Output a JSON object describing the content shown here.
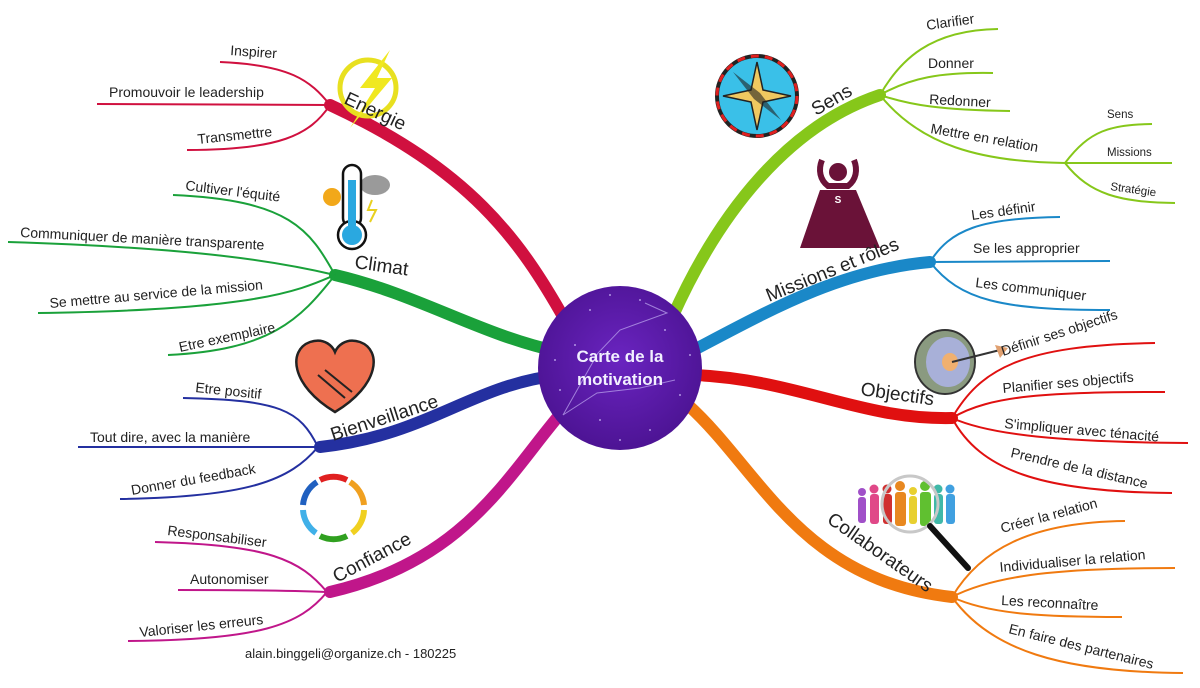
{
  "center": {
    "title_line1": "Carte de la",
    "title_line2": "motivation",
    "color": "#5a1aa8"
  },
  "branches": [
    {
      "id": "energie",
      "label": "Energie",
      "color": "#d0103f",
      "side": "left",
      "icon": "lightning-bolt-icon",
      "children": [
        "Inspirer",
        "Promouvoir le leadership",
        "Transmettre"
      ]
    },
    {
      "id": "climat",
      "label": "Climat",
      "color": "#1aa13a",
      "side": "left",
      "icon": "thermometer-weather-icon",
      "children": [
        "Cultiver l'équité",
        "Communiquer de manière transparente",
        "Se mettre au service de la mission",
        "Etre exemplaire"
      ]
    },
    {
      "id": "bienveillance",
      "label": "Bienveillance",
      "color": "#2430a0",
      "side": "left",
      "icon": "heart-handshake-icon",
      "children": [
        "Etre positif",
        "Tout dire, avec la manière",
        "Donner du feedback"
      ]
    },
    {
      "id": "confiance",
      "label": "Confiance",
      "color": "#c0168a",
      "side": "left",
      "icon": "people-circle-icon",
      "children": [
        "Responsabiliser",
        "Autonomiser",
        "Valoriser les erreurs"
      ]
    },
    {
      "id": "sens",
      "label": "Sens",
      "color": "#86c71a",
      "side": "right",
      "icon": "compass-rose-icon",
      "children": [
        "Clarifier",
        "Donner",
        "Redonner",
        "Mettre en relation"
      ],
      "grandchildren": [
        "Sens",
        "Missions",
        "Stratégie"
      ]
    },
    {
      "id": "missions",
      "label": "Missions et rôles",
      "color": "#1a88c8",
      "side": "right",
      "icon": "superhero-cape-icon",
      "children": [
        "Les définir",
        "Se les approprier",
        "Les communiquer"
      ]
    },
    {
      "id": "objectifs",
      "label": "Objectifs",
      "color": "#e01010",
      "side": "right",
      "icon": "target-arrow-icon",
      "children": [
        "Définir ses objectifs",
        "Planifier ses objectifs",
        "S'impliquer avec ténacité",
        "Prendre de la distance"
      ]
    },
    {
      "id": "collaborateurs",
      "label": "Collaborateurs",
      "color": "#f07a10",
      "side": "right",
      "icon": "people-magnifier-icon",
      "children": [
        "Créer la relation",
        "Individualiser la relation",
        "Les reconnaître",
        "En faire des partenaires"
      ]
    }
  ],
  "footer": {
    "credit": "alain.binggeli@organize.ch - 180225"
  }
}
